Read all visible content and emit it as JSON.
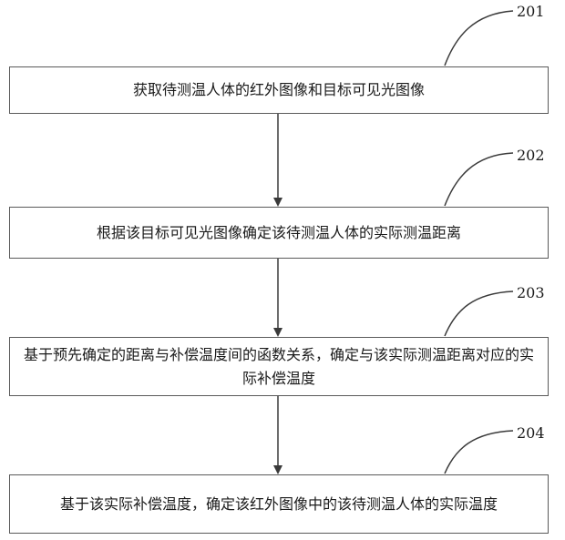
{
  "steps": [
    {
      "number": "201",
      "text": "获取待测温人体的红外图像和目标可见光图像"
    },
    {
      "number": "202",
      "text": "根据该目标可见光图像确定该待测温人体的实际测温距离"
    },
    {
      "number": "203",
      "text": "基于预先确定的距离与补偿温度间的函数关系，确定与该实际测温距离对应的实际补偿温度"
    },
    {
      "number": "204",
      "text": "基于该实际补偿温度，确定该红外图像中的该待测温人体的实际温度"
    }
  ]
}
